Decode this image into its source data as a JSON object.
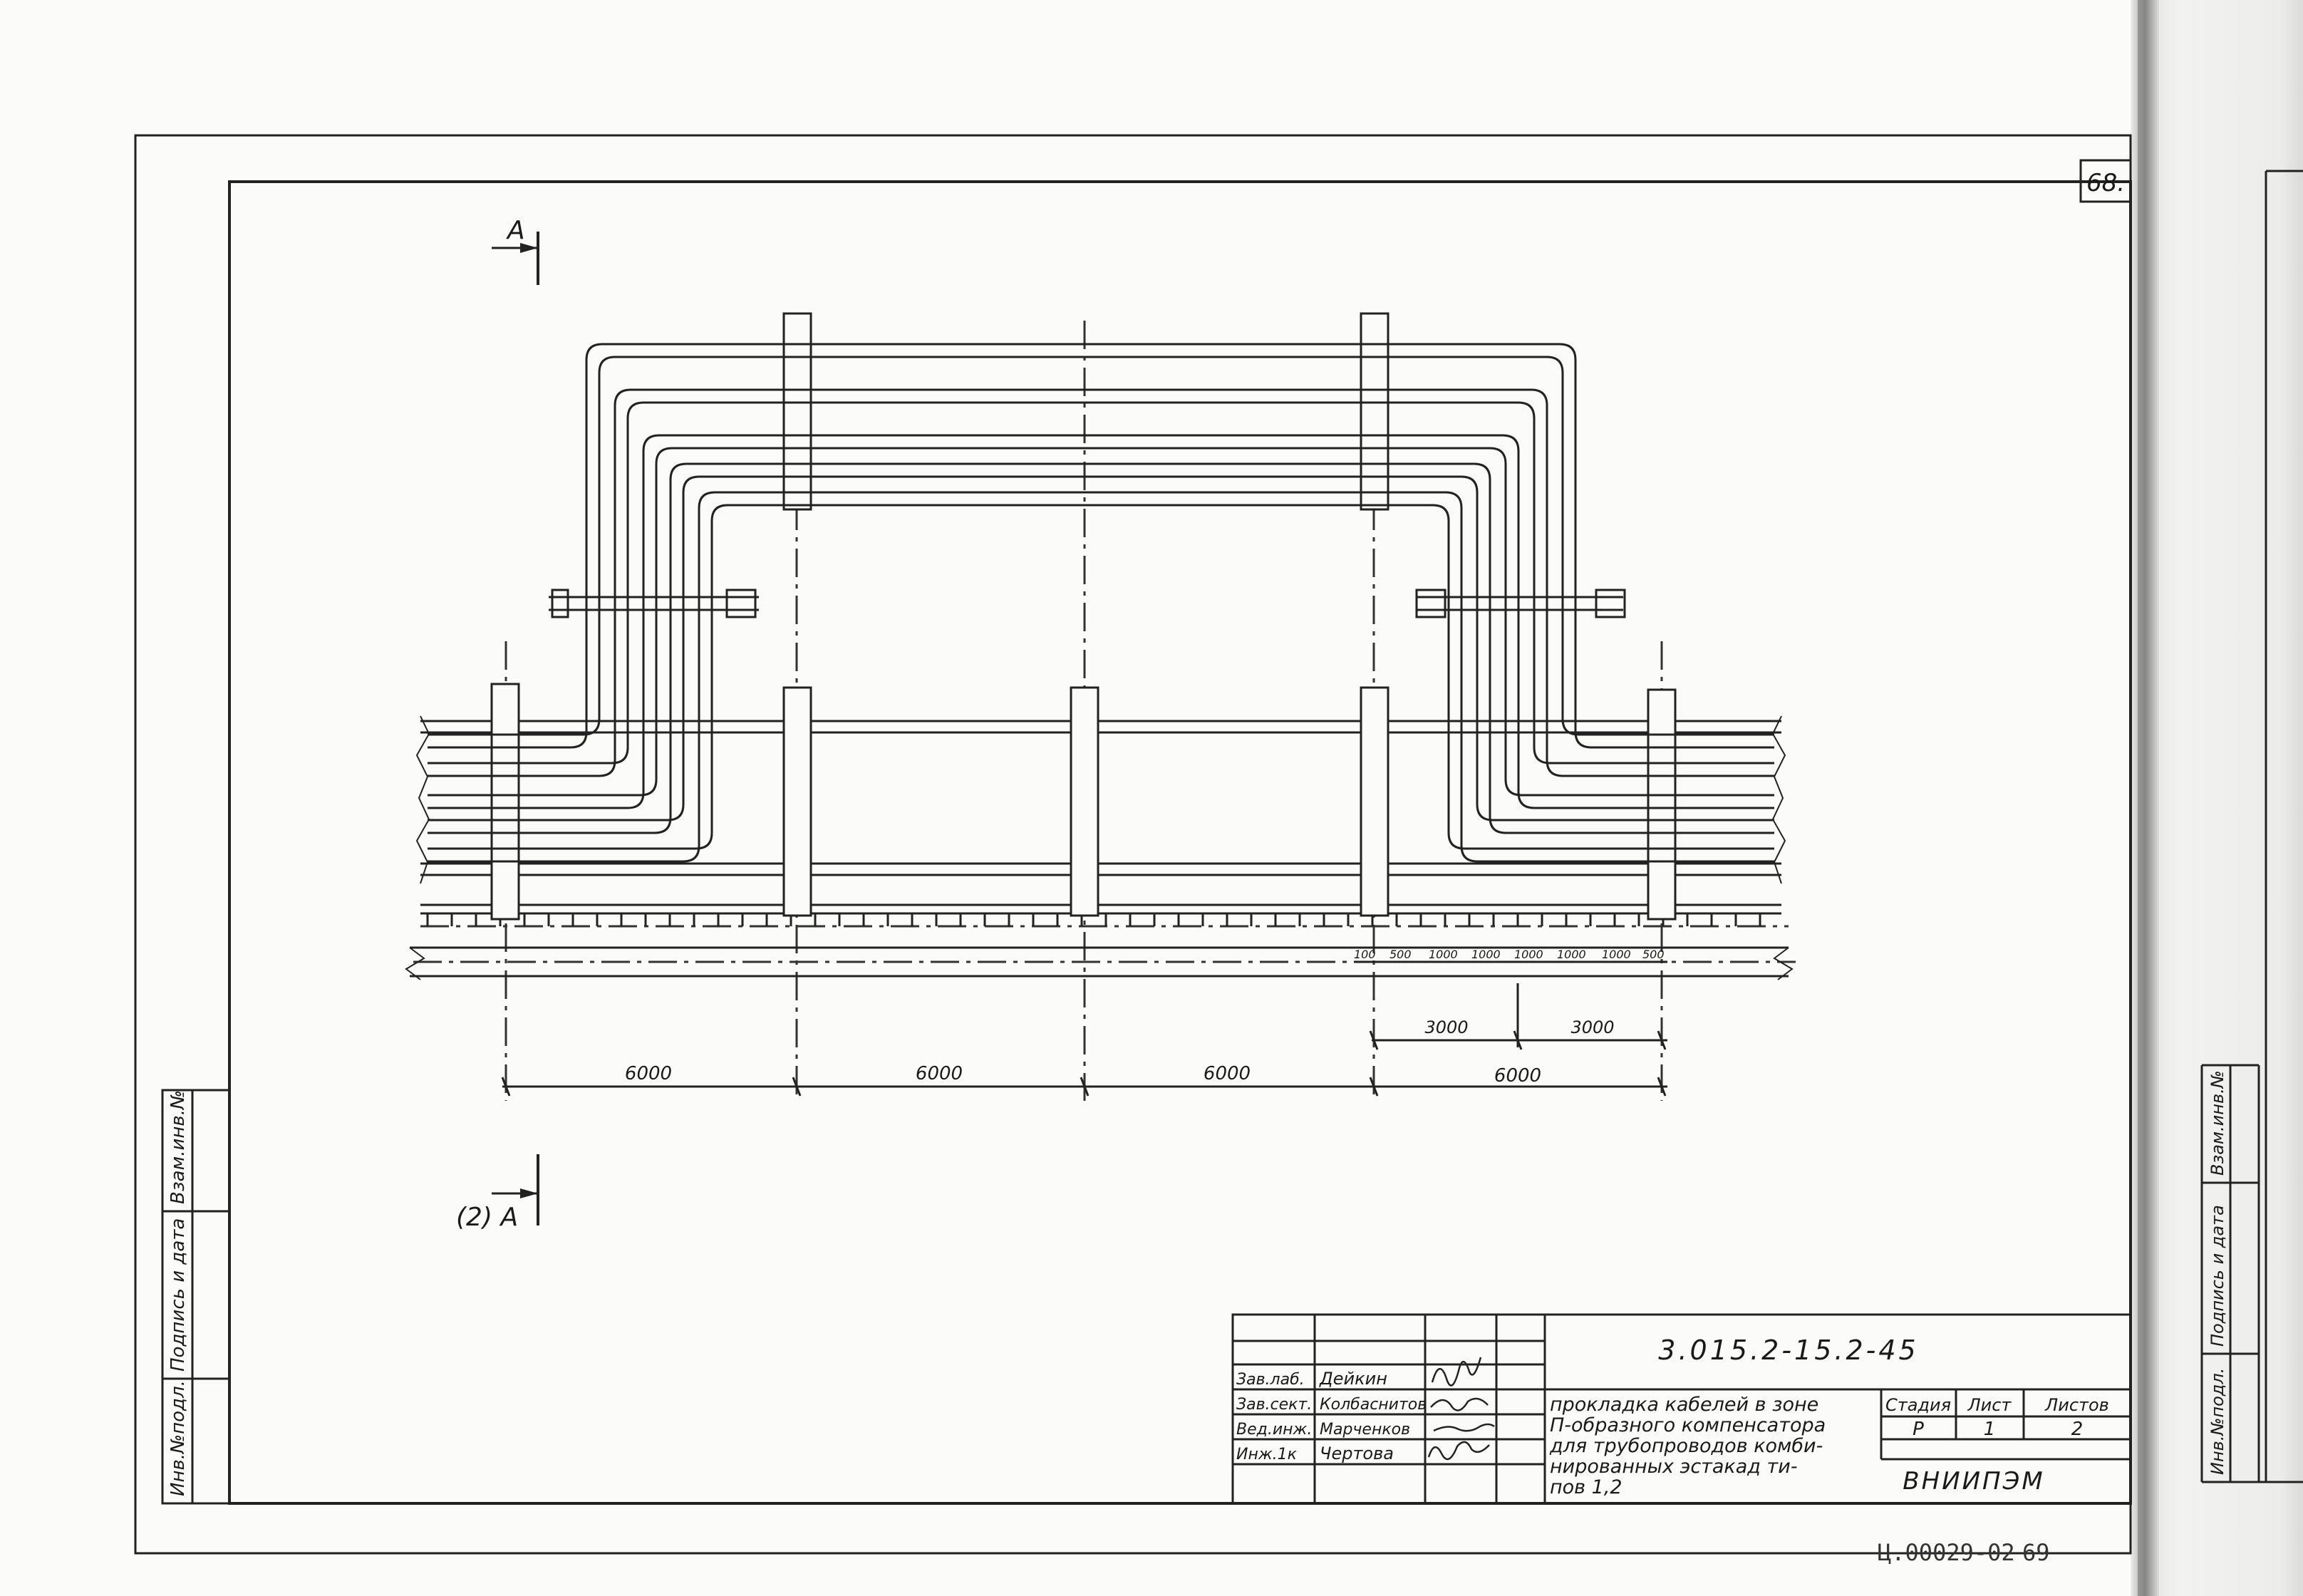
{
  "sheet": {
    "page_number_top": "68.",
    "section_marker_top": "А",
    "section_marker_bottom": "(2) А",
    "bottom_stamp": "Ц.00029-02",
    "bottom_page": "69"
  },
  "dimensions": {
    "small_spacings": [
      "100",
      "500",
      "1000",
      "1000",
      "1000",
      "1000",
      "1000",
      "500"
    ],
    "mid": [
      "3000",
      "3000"
    ],
    "spans": [
      "6000",
      "6000",
      "6000",
      "6000"
    ]
  },
  "side_stamp": {
    "cells": [
      "Инв.№подл.",
      "Подпись и дата",
      "Взам.инв.№"
    ]
  },
  "title_block": {
    "doc_code": "3.015.2-15.2-45",
    "title": [
      "прокладка кабелей в зоне",
      "П-образного компенсатора",
      "для трубопроводов комби-",
      "нированных эстакад ти-",
      "пов 1,2"
    ],
    "stage_header": "Стадия",
    "sheet_header": "Лист",
    "sheets_header": "Листов",
    "stage": "Р",
    "sheet_no": "1",
    "sheets_total": "2",
    "organization": "ВНИИПЭМ",
    "signatures": [
      {
        "role": "Зав.лаб.",
        "name": "Дейкин"
      },
      {
        "role": "Зав.сект.",
        "name": "Колбаснитов"
      },
      {
        "role": "Вед.инж.",
        "name": "Марченков"
      },
      {
        "role": "Инж.1к",
        "name": "Чертова"
      }
    ]
  },
  "next_page_stamp": {
    "cells": [
      "Инв.№подл.",
      "Подпись и дата",
      "Взам.инв.№"
    ]
  }
}
